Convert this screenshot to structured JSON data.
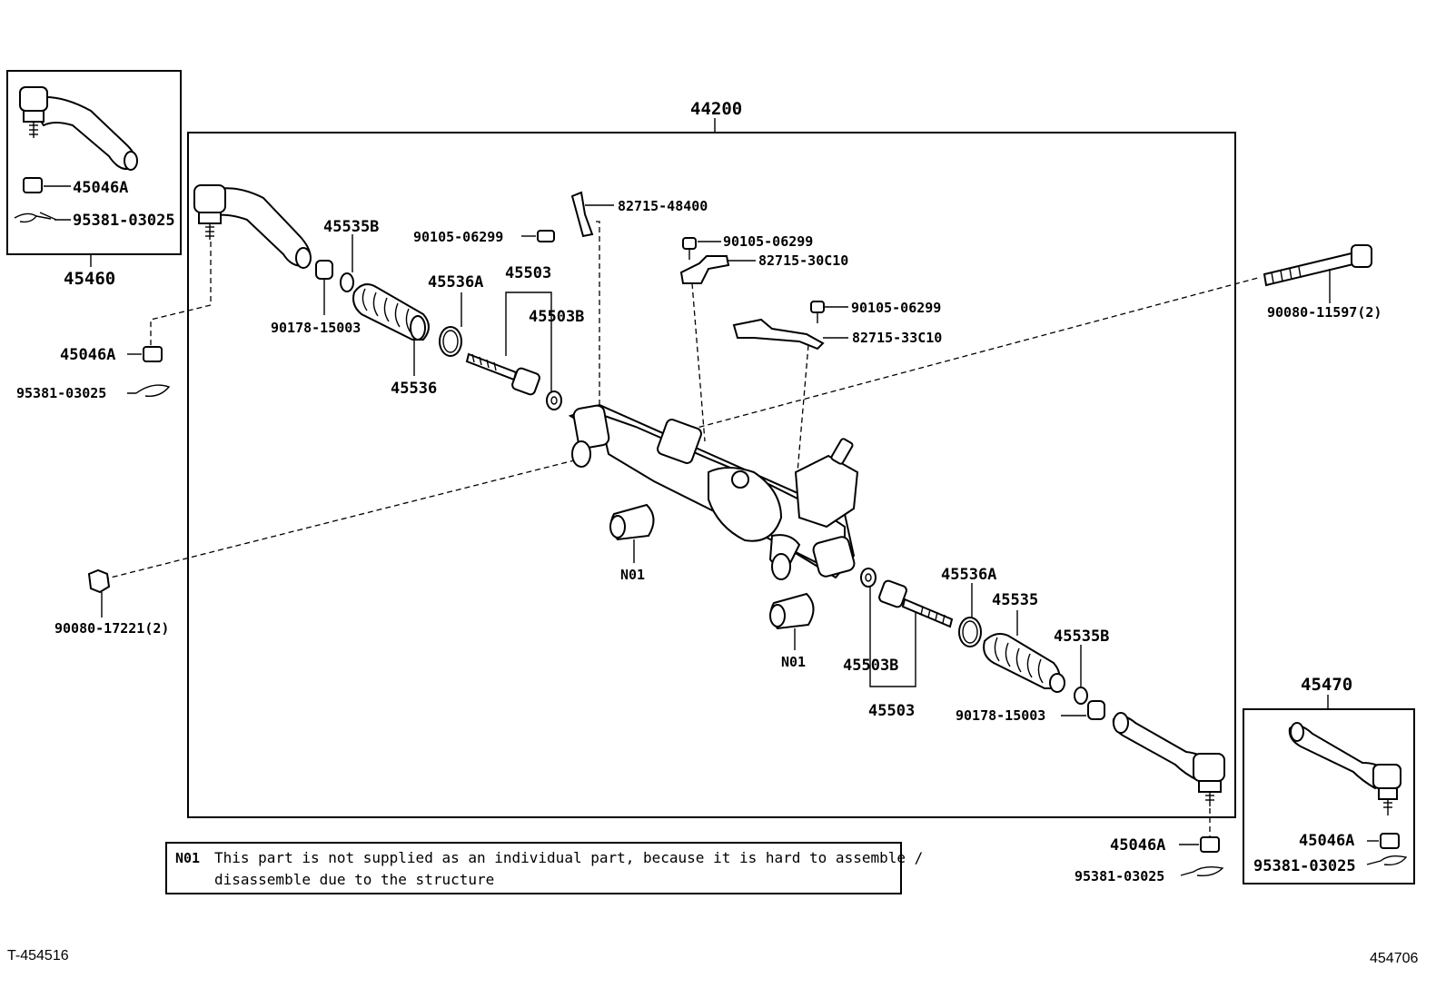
{
  "diagram": {
    "main_assembly": "44200",
    "left_kit": {
      "number": "45460",
      "part_a": "45046A",
      "part_b": "95381-03025"
    },
    "right_kit": {
      "number": "45470",
      "part_a": "45046A",
      "part_b": "95381-03025"
    },
    "labels": {
      "bolt_top": "90105-06299",
      "bracket_top": "82715-48400",
      "bolt_mid": "90105-06299",
      "bracket_mid": "82715-30C10",
      "bolt_low": "90105-06299",
      "bracket_low": "82715-33C10",
      "long_bolt": "90080-11597(2)",
      "nut_left": "90080-17221(2)",
      "boot_clip_b_left": "45535B",
      "clamp_left": "45536A",
      "rack_end_left": "45503",
      "rack_washer_left": "45503B",
      "clip_left": "90178-15003",
      "boot_left": "45536",
      "nut_45046a_left": "45046A",
      "pin_left": "95381-03025",
      "bushing_1": "N01",
      "bushing_2": "N01",
      "clamp_right": "45536A",
      "boot_right": "45535",
      "boot_clip_b_right": "45535B",
      "rack_washer_right": "45503B",
      "rack_end_right": "45503",
      "clip_right": "90178-15003",
      "nut_45046a_right": "45046A",
      "pin_right": "95381-03025"
    },
    "note": {
      "code": "N01",
      "line1": "This part is not supplied as an individual part, because it is hard to assemble /",
      "line2": "disassemble due to the structure"
    },
    "footer_left": "T-454516",
    "footer_right": "454706"
  }
}
